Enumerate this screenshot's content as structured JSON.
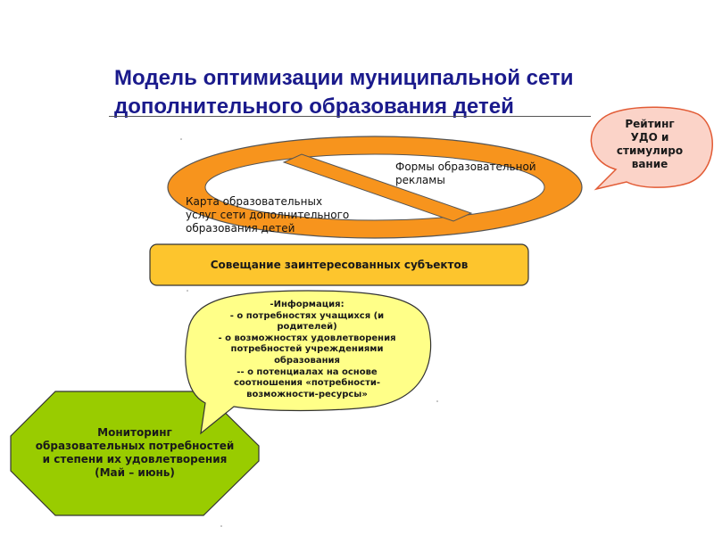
{
  "title": {
    "line1": "Модель оптимизации муниципальной сети",
    "line2": "дополнительного образования детей"
  },
  "forms_label": {
    "line1": "Формы образовательной",
    "line2": "рекламы"
  },
  "map_label": {
    "line1": "Карта образовательных",
    "line2": "услуг сети дополнительного",
    "line3": "образования детей"
  },
  "meeting_label": "Совещание заинтересованных субъектов",
  "rating_label": {
    "line1": "Рейтинг",
    "line2": "УДО и",
    "line3": "стимулиро",
    "line4": "вание"
  },
  "info": {
    "lines": [
      "-Информация:",
      "- о потребностях учащихся (и",
      "родителей)",
      "- о возможностях удовлетворения",
      "потребностей учреждениями",
      "образования",
      "-- о потенциалах на основе",
      "соотношения «потребности-",
      "возможности-ресурсы»"
    ]
  },
  "monitoring": {
    "lines": [
      "Мониторинг",
      "образовательных потребностей",
      "и степени их удовлетворения",
      "(Май – июнь)"
    ]
  },
  "colors": {
    "title": "#1a1a8c",
    "orange": "#f7941d",
    "meeting_fill": "#fdc52d",
    "info_fill": "#ffff88",
    "monitor_fill": "#99cc00",
    "rating_fill": "#fbd3c8",
    "rating_stroke": "#e25b35"
  }
}
